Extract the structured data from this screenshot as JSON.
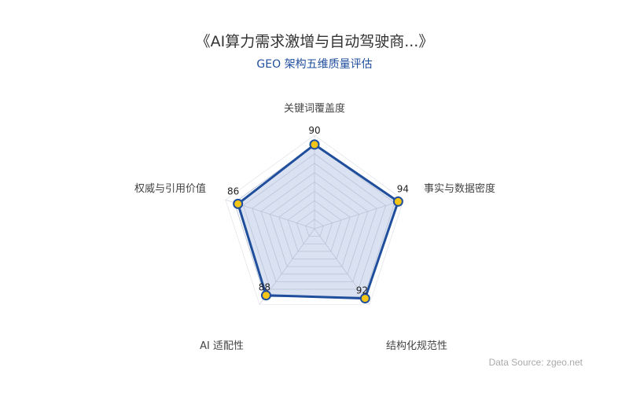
{
  "title": "《AI算力需求激增与自动驾驶商...》",
  "subtitle": "GEO 架构五维质量评估",
  "source": "Data Source: zgeo.net",
  "colors": {
    "stroke": "#1f4e9c",
    "fill": "#d3dcee",
    "marker": "#f5c518",
    "grid": "#cfd5e0"
  },
  "chart_data": {
    "type": "radar",
    "title": "《AI算力需求激增与自动驾驶商...》",
    "subtitle": "GEO 架构五维质量评估",
    "categories": [
      "关键词覆盖度",
      "事实与数据密度",
      "结构化规范性",
      "AI 适配性",
      "权威与引用价值"
    ],
    "series": [
      {
        "name": "GEO 架构五维质量评估",
        "values": [
          90,
          94,
          92,
          88,
          86
        ]
      }
    ],
    "range": [
      0,
      100
    ],
    "grid_rings": 10,
    "legend": "none"
  }
}
